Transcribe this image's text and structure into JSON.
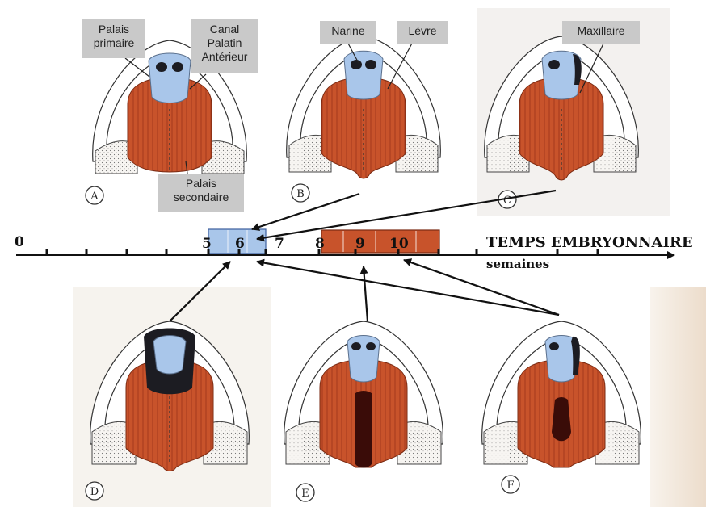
{
  "labels": {
    "palais_primaire": [
      "Palais",
      "primaire"
    ],
    "canal_palatin": [
      "Canal",
      "Palatin",
      "Antérieur"
    ],
    "palais_secondaire": [
      "Palais",
      "secondaire"
    ],
    "narine": "Narine",
    "levre": "Lèvre",
    "maxillaire": "Maxillaire"
  },
  "panels": {
    "A": "A",
    "B": "B",
    "C": "C",
    "D": "D",
    "E": "E",
    "F": "F"
  },
  "timeline": {
    "title": "TEMPS EMBRYONNAIRE",
    "unit": "semaines",
    "ticks": [
      "0",
      "5",
      "6",
      "7",
      "8",
      "9",
      "10"
    ],
    "primary_palate_weeks": [
      5,
      6
    ],
    "secondary_palate_weeks": [
      8,
      10
    ]
  },
  "colors": {
    "primary_palate": "#a9c6ea",
    "secondary_palate": "#c8532b",
    "dark_tissue": "#1c1c22",
    "callout_bg": "#c9c9c9",
    "axis": "#111111"
  }
}
